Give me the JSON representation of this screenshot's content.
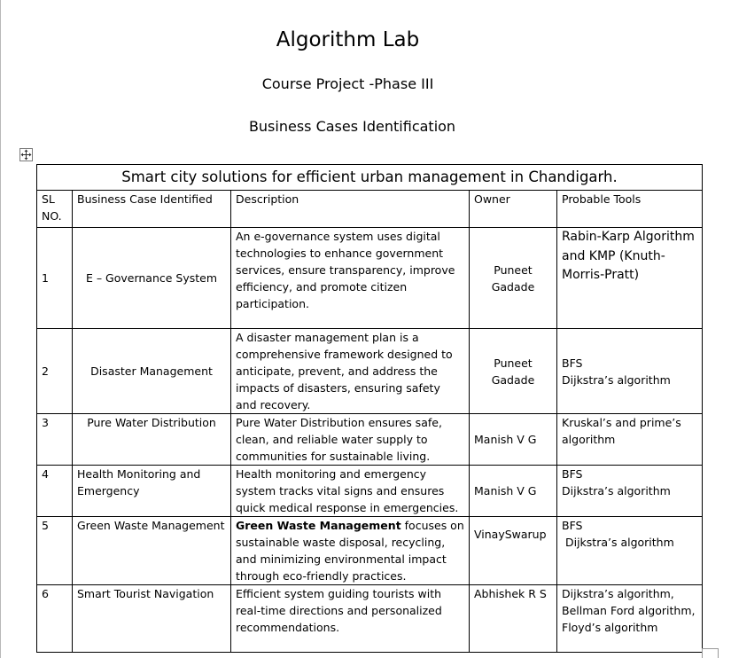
{
  "document": {
    "title": "Algorithm Lab",
    "subtitle": "Course Project -Phase III",
    "section_title": "Business Cases Identification",
    "table": {
      "caption": "Smart city solutions for efficient urban management in Chandigarh.",
      "headers": [
        "SL NO.",
        "Business Case Identified",
        "Description",
        "Owner",
        "Probable Tools"
      ],
      "rows": [
        {
          "sl": "1",
          "case": "E – Governance System",
          "description": "An e-governance system uses digital technologies to enhance government services, ensure transparency, improve efficiency, and promote citizen participation.",
          "owner": "Puneet Gadade",
          "tools": "Rabin-Karp Algorithm and KMP (Knuth-Morris-Pratt)"
        },
        {
          "sl": "2",
          "case": "Disaster Management",
          "description": "A disaster management plan is a comprehensive framework designed to anticipate, prevent, and address the impacts of disasters, ensuring safety and recovery.",
          "owner": "Puneet Gadade",
          "tools_line1": "BFS",
          "tools_line2": "Dijkstra’s algorithm"
        },
        {
          "sl": "3",
          "case": "Pure Water Distribution",
          "description": "Pure Water Distribution ensures safe, clean, and reliable water supply to communities for sustainable living.",
          "owner": "Manish V G",
          "tools": "Kruskal’s and prime’s algorithm"
        },
        {
          "sl": "4",
          "case": "Health Monitoring and Emergency",
          "description": "Health monitoring and emergency system tracks vital signs and ensures quick medical response in emergencies.",
          "owner": "Manish V G",
          "tools_line1": "BFS",
          "tools_line2": "Dijkstra’s algorithm"
        },
        {
          "sl": "5",
          "case": "Green Waste Management",
          "description_bold": "Green Waste Management",
          "description": " focuses on sustainable waste disposal, recycling, and minimizing environmental impact through eco-friendly practices.",
          "owner": "VinaySwarup",
          "tools_line1": "BFS",
          "tools_line2": " Dijkstra’s algorithm"
        },
        {
          "sl": "6",
          "case": "Smart Tourist Navigation",
          "description": "Efficient system guiding tourists with real-time directions and personalized recommendations.",
          "owner": "Abhishek R S",
          "tools_line1": "Dijkstra’s algorithm,",
          "tools_line2": "Bellman Ford algorithm,",
          "tools_line3": "Floyd’s algorithm"
        }
      ]
    }
  },
  "icons": {
    "table_move_handle": "move-arrows-icon"
  }
}
